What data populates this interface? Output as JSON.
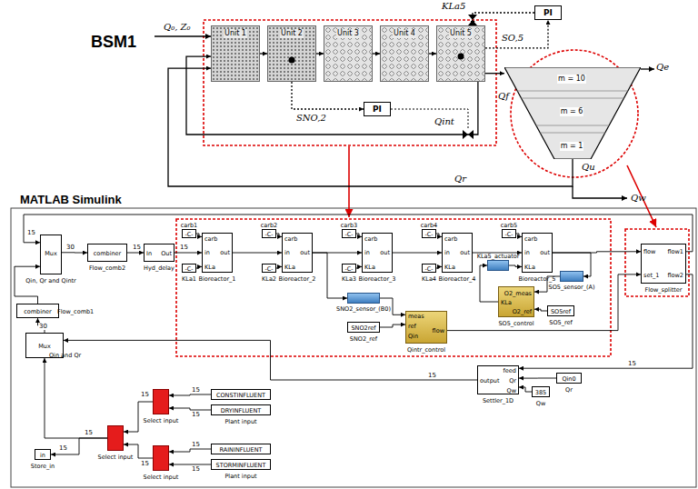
{
  "diagram": {
    "nodes": [
      {
        "text": [
          "PI"
        ]
      },
      {
        "text": [
          "Unit 1"
        ]
      },
      {
        "text": [
          "Unit 2"
        ]
      },
      {
        "text": [
          "Unit 3"
        ]
      },
      {
        "text": [
          "Unit 4"
        ]
      },
      {
        "text": [
          "Unit 5"
        ]
      },
      {
        "text": [
          "PI"
        ]
      },
      {
        "text": [
          "m = 10",
          "m = 6",
          "m = 1"
        ]
      },
      {
        "text": [
          "Mux",
          "Qin, Qr and Qintr"
        ]
      },
      {
        "text": [
          "combiner",
          "Flow_comb2"
        ]
      },
      {
        "text": [
          "In",
          "Out",
          "Hyd_delay"
        ]
      },
      {
        "text": [
          "carb1",
          "-C-"
        ]
      },
      {
        "text": [
          "-C-",
          "KLa1"
        ]
      },
      {
        "text": [
          "carb",
          "in",
          "out",
          "KLa",
          "Bioreactor_1"
        ]
      },
      {
        "text": [
          "carb2",
          "-C-"
        ]
      },
      {
        "text": [
          "-C-",
          "KLa2"
        ]
      },
      {
        "text": [
          "carb",
          "in",
          "out",
          "KLa",
          "Bioreactor_2"
        ]
      },
      {
        "text": [
          "carb3",
          "-C-"
        ]
      },
      {
        "text": [
          "-C-",
          "KLa3"
        ]
      },
      {
        "text": [
          "carb",
          "in",
          "out",
          "KLa",
          "Bioreactor_3"
        ]
      },
      {
        "text": [
          "carb4",
          "-C-"
        ]
      },
      {
        "text": [
          "-C-",
          "KLa4"
        ]
      },
      {
        "text": [
          "carb",
          "in",
          "out",
          "KLa",
          "Bioreactor_4"
        ]
      },
      {
        "text": [
          "carb5",
          "-C-"
        ]
      },
      {
        "text": [
          "KLa5_actuator"
        ]
      },
      {
        "text": [
          "carb",
          "in",
          "out",
          "KLa",
          "Bioreactor_5"
        ]
      },
      {
        "text": [
          "SO5_sensor_(A)"
        ]
      },
      {
        "text": [
          "flow",
          "flow1",
          "set_1",
          "flow2",
          "Flow_splitter"
        ]
      },
      {
        "text": [
          "O2_meas",
          "KLa",
          "O2_ref",
          "SO5_control"
        ]
      },
      {
        "text": [
          "SO5ref",
          "SO5_ref"
        ]
      },
      {
        "text": [
          "SNO2_sensor_(B0)"
        ]
      },
      {
        "text": [
          "meas",
          "ref",
          "Qin",
          "flow",
          "Qintr_control"
        ]
      },
      {
        "text": [
          "SNO2ref",
          "SNO2_ref"
        ]
      },
      {
        "text": [
          "combiner",
          "Flow_comb1"
        ]
      },
      {
        "text": [
          "Mux",
          "Qin and Qr"
        ]
      },
      {
        "text": [
          "feed",
          "Qr",
          "Qw",
          "output",
          "Settler_1D"
        ]
      },
      {
        "text": [
          "Qin0",
          "Qr"
        ]
      },
      {
        "text": [
          "385",
          "Qw"
        ]
      },
      {
        "text": [
          "Select input"
        ]
      },
      {
        "text": [
          "CONSTINFLUENT"
        ]
      },
      {
        "text": [
          "DRYINFLUENT",
          "Plant input"
        ]
      },
      {
        "text": [
          "Select input"
        ]
      },
      {
        "text": [
          "in",
          "Store_in"
        ]
      },
      {
        "text": [
          "Select input"
        ]
      },
      {
        "text": [
          "RAININFLUENT"
        ]
      },
      {
        "text": [
          "STORMINFLUENT",
          "Plant input"
        ]
      }
    ],
    "edges": [
      {
        "from": 1,
        "to": 2,
        "arrow": "to"
      },
      {
        "from": 2,
        "to": 3,
        "arrow": "to"
      },
      {
        "from": 3,
        "to": 4,
        "arrow": "to"
      },
      {
        "from": 4,
        "to": 5,
        "arrow": "to"
      },
      {
        "from": 5,
        "to": 7,
        "arrow": "to"
      },
      {
        "from": 5,
        "to": 0,
        "arrow": "to"
      },
      {
        "from": 0,
        "to": 5,
        "arrow": "to"
      },
      {
        "from": 2,
        "to": 6,
        "arrow": "to"
      },
      {
        "from": 5,
        "to": 1,
        "arrow": "to"
      },
      {
        "from": 7,
        "to": 1,
        "arrow": "to"
      },
      {
        "from": 8,
        "to": 9,
        "label": "30",
        "arrow": "to"
      },
      {
        "from": 9,
        "to": 10,
        "label": "15",
        "arrow": "to"
      },
      {
        "from": 10,
        "to": 13,
        "label": "15",
        "arrow": "to"
      },
      {
        "from": 11,
        "to": 13,
        "arrow": "to"
      },
      {
        "from": 12,
        "to": 13,
        "arrow": "to"
      },
      {
        "from": 13,
        "to": 16,
        "arrow": "to"
      },
      {
        "from": 14,
        "to": 16,
        "arrow": "to"
      },
      {
        "from": 15,
        "to": 16,
        "arrow": "to"
      },
      {
        "from": 16,
        "to": 19,
        "arrow": "to"
      },
      {
        "from": 17,
        "to": 19,
        "arrow": "to"
      },
      {
        "from": 18,
        "to": 19,
        "arrow": "to"
      },
      {
        "from": 19,
        "to": 22,
        "arrow": "to"
      },
      {
        "from": 20,
        "to": 22,
        "arrow": "to"
      },
      {
        "from": 21,
        "to": 22,
        "arrow": "to"
      },
      {
        "from": 22,
        "to": 25,
        "arrow": "to"
      },
      {
        "from": 23,
        "to": 25,
        "arrow": "to"
      },
      {
        "from": 24,
        "to": 25,
        "arrow": "to"
      },
      {
        "from": 25,
        "to": 27,
        "arrow": "to"
      },
      {
        "from": 25,
        "to": 26,
        "arrow": "to"
      },
      {
        "from": 26,
        "to": 28,
        "arrow": "to"
      },
      {
        "from": 29,
        "to": 28,
        "arrow": "to"
      },
      {
        "from": 28,
        "to": 24,
        "arrow": "to"
      },
      {
        "from": 16,
        "to": 30,
        "arrow": "to"
      },
      {
        "from": 30,
        "to": 31,
        "arrow": "to"
      },
      {
        "from": 32,
        "to": 31,
        "arrow": "to"
      },
      {
        "from": 31,
        "to": 27,
        "arrow": "to"
      },
      {
        "from": 27,
        "to": 8,
        "label": "15",
        "arrow": "to"
      },
      {
        "from": 27,
        "to": 35,
        "label": "15",
        "arrow": "to"
      },
      {
        "from": 36,
        "to": 35,
        "arrow": "to"
      },
      {
        "from": 37,
        "to": 35,
        "arrow": "to"
      },
      {
        "from": 35,
        "to": 34,
        "label": "15",
        "arrow": "to"
      },
      {
        "from": 34,
        "to": 33,
        "label": "30",
        "arrow": "to"
      },
      {
        "from": 33,
        "to": 8,
        "arrow": "to"
      },
      {
        "from": 41,
        "to": 34,
        "label": "15",
        "arrow": "to"
      },
      {
        "from": 41,
        "to": 42,
        "label": "15",
        "arrow": "to"
      },
      {
        "from": 38,
        "to": 41,
        "label": "15",
        "arrow": "to"
      },
      {
        "from": 43,
        "to": 41,
        "label": "15",
        "arrow": "to"
      },
      {
        "from": 39,
        "to": 38,
        "label": "15",
        "arrow": "to"
      },
      {
        "from": 40,
        "to": 38,
        "label": "15",
        "arrow": "to"
      },
      {
        "from": 44,
        "to": 43,
        "label": "15",
        "arrow": "to"
      },
      {
        "from": 45,
        "to": 43,
        "label": "15",
        "arrow": "to"
      }
    ],
    "labels": [
      "BSM1",
      "Q₀, Z₀",
      "KLa5",
      "SO,5",
      "Qe",
      "Qf",
      "Qu",
      "Qw",
      "Qr",
      "SNO,2",
      "Qint",
      "MATLAB Simulink"
    ]
  }
}
